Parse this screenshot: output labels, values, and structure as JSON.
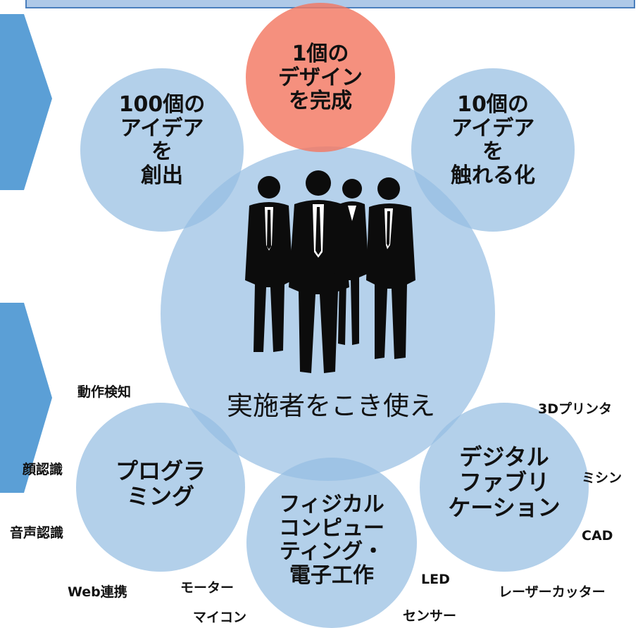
{
  "circles": {
    "design": "1個の\nデザイン\nを完成",
    "ideas100": "100個の\nアイデア\nを\n創出",
    "ideas10": "10個の\nアイデア\nを\n触れる化",
    "center": "実施者をこき使え",
    "programming": "プログラ\nミング",
    "physical": "フィジカル\nコンピュー\nティング・\n電子工作",
    "fabrication": "デジタル\nファブリ\nケーション"
  },
  "tags": {
    "motion": "動作検知",
    "face": "顔認識",
    "voice": "音声認識",
    "web": "Web連携",
    "motor": "モーター",
    "mcu": "マイコン",
    "led": "LED",
    "sensor": "センサー",
    "printer3d": "3Dプリンタ",
    "sewing": "ミシン",
    "cad": "CAD",
    "laser": "レーザーカッター"
  },
  "colors": {
    "circle_blue": "#a9cbe8",
    "circle_highlight": "#f38d7a",
    "chevron": "#5b9fd6",
    "header_box": "#aec9e8"
  },
  "icons": {
    "people": "business-team-silhouette-icon"
  }
}
